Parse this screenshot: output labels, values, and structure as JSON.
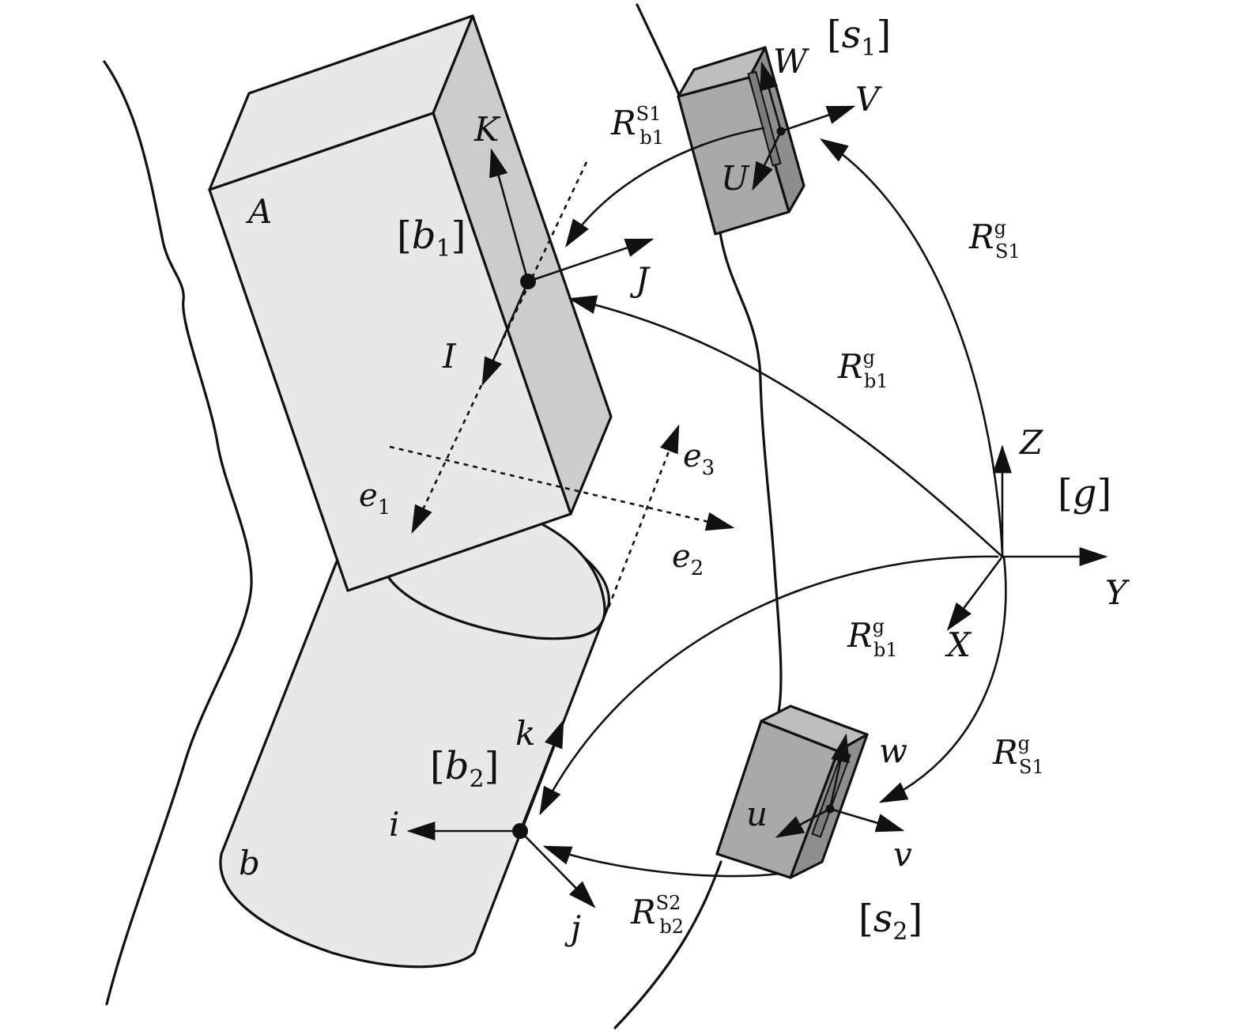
{
  "colors": {
    "segment_light": "#e8e8e8",
    "segment_side": "#cccccc",
    "sensor_front": "#a9a9a9",
    "sensor_top": "#bdbdbd",
    "sensor_side": "#8e8e8e",
    "ink": "#111111"
  },
  "segments": {
    "upper": "A",
    "lower": "b"
  },
  "frames": {
    "b1": {
      "name": "b",
      "sub": "1",
      "axes": {
        "I": "I",
        "J": "J",
        "K": "K"
      }
    },
    "b2": {
      "name": "b",
      "sub": "2",
      "axes": {
        "i": "i",
        "j": "j",
        "k": "k"
      }
    },
    "s1": {
      "name": "s",
      "sub": "1",
      "axes": {
        "U": "U",
        "V": "V",
        "W": "W"
      }
    },
    "s2": {
      "name": "s",
      "sub": "2",
      "axes": {
        "u": "u",
        "v": "v",
        "w": "w"
      }
    },
    "g": {
      "name": "g",
      "axes": {
        "X": "X",
        "Y": "Y",
        "Z": "Z"
      }
    }
  },
  "joint_axes": {
    "e1": {
      "base": "e",
      "sub": "1"
    },
    "e2": {
      "base": "e",
      "sub": "2"
    },
    "e3": {
      "base": "e",
      "sub": "3"
    }
  },
  "rotations": {
    "r_b1_s1": {
      "base": "R",
      "sup": "S1",
      "sub": "b1"
    },
    "r_s1_g_top": {
      "base": "R",
      "sup": "g",
      "sub": "S1"
    },
    "r_b1_g_top": {
      "base": "R",
      "sup": "g",
      "sub": "b1"
    },
    "r_b1_g_bottom": {
      "base": "R",
      "sup": "g",
      "sub": "b1"
    },
    "r_s1_g_bottom": {
      "base": "R",
      "sup": "g",
      "sub": "S1"
    },
    "r_b2_s2": {
      "base": "R",
      "sup": "S2",
      "sub": "b2"
    }
  }
}
